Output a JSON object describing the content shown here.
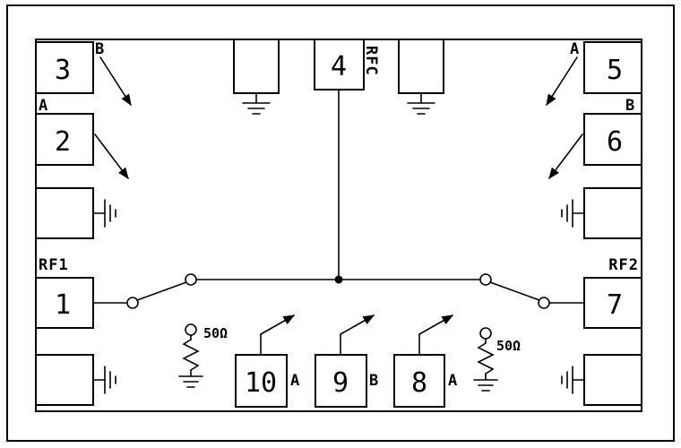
{
  "diagram": {
    "pads": {
      "pad1": "1",
      "pad2": "2",
      "pad3": "3",
      "pad4": "4",
      "pad5": "5",
      "pad6": "6",
      "pad7": "7",
      "pad8": "8",
      "pad9": "9",
      "pad10": "10"
    },
    "ports": {
      "rf1": "RF1",
      "rf2": "RF2",
      "rfc": "RFC"
    },
    "switch_labels": {
      "pad3": "B",
      "pad2": "A",
      "pad5": "A",
      "pad6": "B",
      "pad10": "A",
      "pad9": "B",
      "pad8": "A"
    },
    "resistors": {
      "left": "50Ω",
      "right": "50Ω"
    }
  }
}
